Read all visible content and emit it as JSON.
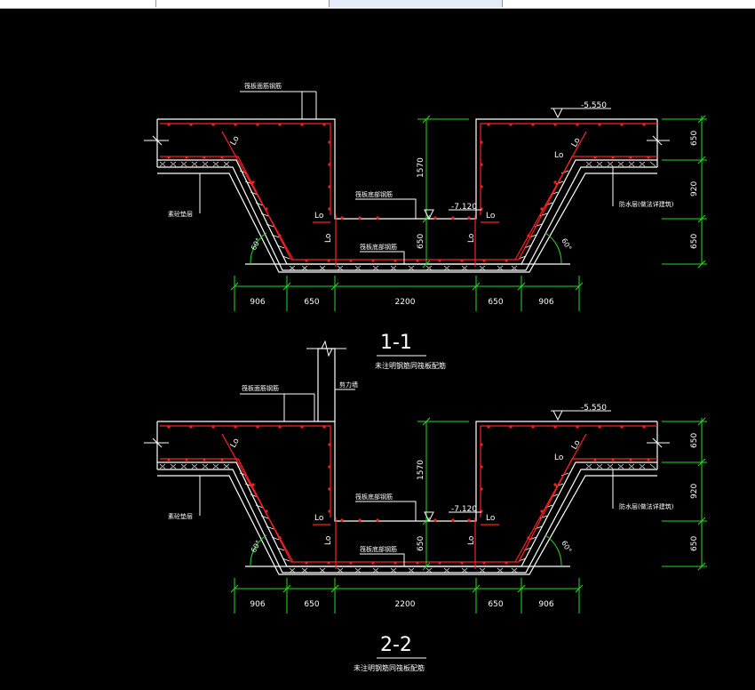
{
  "colors": {
    "background": "#000000",
    "structure": "#ffffff",
    "rebar": "#ff2020",
    "dimension": "#22dd22"
  },
  "window": {
    "tabs": [
      "",
      "",
      ""
    ],
    "active_tab": 2
  },
  "sections": [
    {
      "id": "1-1",
      "title": "1-1",
      "subtitle": "未注明钢筋同筏板配筋",
      "elevation_top": "-5.550",
      "elevation_pit": "-7.120",
      "dim_depth": "1570",
      "dim_slab": "650",
      "bottom_dims": [
        "906",
        "650",
        "2200",
        "650",
        "906"
      ],
      "right_dims": [
        "650",
        "920",
        "650"
      ],
      "angle_left": "60°",
      "angle_right": "60°",
      "lap_label": "Lo",
      "label_top_rebar": "筏板面筋钢筋",
      "label_pit_top": "筏板底部钢筋",
      "label_pit_bottom": "筏板底部钢筋",
      "label_cushion": "素砼垫层",
      "label_waterproof": "防水层(做法详建筑)",
      "label_wall": ""
    },
    {
      "id": "2-2",
      "title": "2-2",
      "subtitle": "未注明钢筋同筏板配筋",
      "elevation_top": "-5.550",
      "elevation_pit": "-7.120",
      "dim_depth": "1570",
      "dim_slab": "650",
      "bottom_dims": [
        "906",
        "650",
        "2200",
        "650",
        "906"
      ],
      "right_dims": [
        "650",
        "920",
        "650"
      ],
      "angle_left": "60°",
      "angle_right": "60°",
      "lap_label": "Lo",
      "label_top_rebar": "筏板面筋钢筋",
      "label_pit_top": "筏板底部钢筋",
      "label_pit_bottom": "筏板底部钢筋",
      "label_cushion": "素砼垫层",
      "label_waterproof": "防水层(做法详建筑)",
      "label_wall": "剪力墙"
    }
  ]
}
